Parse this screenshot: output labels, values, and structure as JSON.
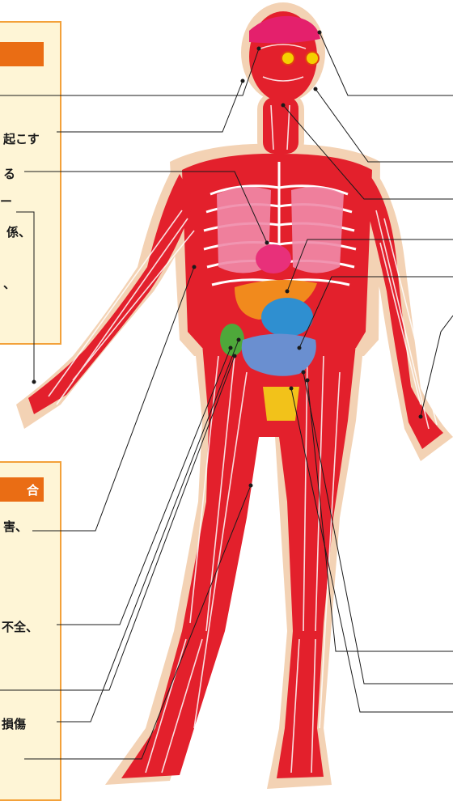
{
  "left_top_panel": {
    "header": "",
    "labels": [
      "起こす",
      "る",
      "ー",
      "係、",
      "、"
    ]
  },
  "left_bottom_panel": {
    "header": "合",
    "labels": [
      "害、",
      "不全、",
      "損傷"
    ]
  },
  "colors": {
    "panel_bg": "#fef5d6",
    "panel_border": "#f3a13a",
    "header_orange": "#ea6d14",
    "body_skin": "#f3d2b4",
    "tissue_red": "#e3202c",
    "brain": "#e4206c",
    "eye": "#f5d000",
    "lung": "#f08aa8",
    "heart": "#e8307a",
    "liver": "#f18a1d",
    "stomach": "#2f8fd0",
    "spleen": "#4ea83a",
    "bladder": "#f2c21a"
  }
}
